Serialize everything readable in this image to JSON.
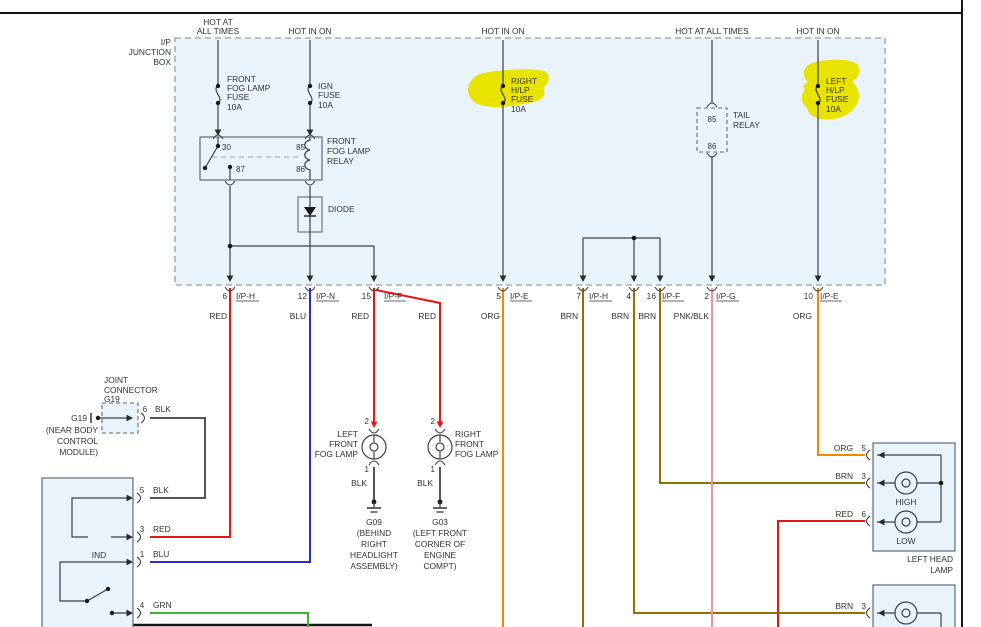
{
  "colors": {
    "red": "#e81313",
    "blue": "#2b2bd5",
    "orange": "#f28a00",
    "brown": "#8f7100",
    "pink": "#f591a2",
    "green": "#3db32d",
    "black_wire": "#555555",
    "line": "#3f3f3f",
    "highlight": "#e8e300",
    "box_fill": "#e9f3fb",
    "text": "#333333"
  },
  "feeds": {
    "f1_line1": "HOT AT",
    "f1_line2": "ALL TIMES",
    "f2": "HOT IN ON",
    "f3": "HOT IN ON",
    "f4": "HOT AT ALL TIMES",
    "f5": "HOT IN ON"
  },
  "junction_box": {
    "label_line1": "I/P",
    "label_line2": "JUNCTION",
    "label_line3": "BOX"
  },
  "fuses": {
    "front_fog": {
      "l1": "FRONT",
      "l2": "FOG LAMP",
      "l3": "FUSE",
      "l4": "10A"
    },
    "ign": {
      "l1": "IGN",
      "l2": "FUSE",
      "l3": "10A"
    },
    "right_hlp": {
      "l1": "RIGHT",
      "l2": "H/LP",
      "l3": "FUSE",
      "l4": "10A"
    },
    "left_hlp": {
      "l1": "LEFT",
      "l2": "H/LP",
      "l3": "FUSE",
      "l4": "10A"
    }
  },
  "relay": {
    "l1": "FRONT",
    "l2": "FOG LAMP",
    "l3": "RELAY",
    "pin30": "30",
    "pin85": "85",
    "pin87": "87",
    "pin86": "86"
  },
  "diode_label": "DIODE",
  "tail_relay": {
    "l1": "TAIL",
    "l2": "RELAY",
    "pin85": "85",
    "pin86": "86"
  },
  "connector_pins": {
    "p6": {
      "num": "6",
      "conn": "I/P-H",
      "color": "RED"
    },
    "p12": {
      "num": "12",
      "conn": "I/P-N",
      "color": "BLU"
    },
    "p15": {
      "num": "15",
      "conn": "I/P-F",
      "color": "RED"
    },
    "p15b": {
      "color": "RED"
    },
    "p5": {
      "num": "5",
      "conn": "I/P-E",
      "color": "ORG"
    },
    "p7": {
      "num": "7",
      "conn": "I/P-H",
      "color": "BRN"
    },
    "p4": {
      "num": "4",
      "color": "BRN"
    },
    "p16": {
      "num": "16",
      "conn": "I/P-F",
      "color": "BRN"
    },
    "p2": {
      "num": "2",
      "conn": "I/P-G",
      "color": "PNK/BLK"
    },
    "p10": {
      "num": "10",
      "conn": "I/P-E",
      "color": "ORG"
    }
  },
  "joint_connector": {
    "l1": "JOINT",
    "l2": "CONNECTOR",
    "l3": "G19",
    "side1": "G19",
    "side2": "(NEAR BODY",
    "side3": "CONTROL",
    "side4": "MODULE)",
    "pin6_num": "6",
    "pin6_color": "BLK"
  },
  "body_module": {
    "pin5_num": "5",
    "pin5_color": "BLK",
    "pin3_num": "3",
    "pin3_color": "RED",
    "pin1_num": "1",
    "pin1_color": "BLU",
    "pin4_num": "4",
    "pin4_color": "GRN",
    "ind": "IND"
  },
  "fog_left": {
    "l1": "LEFT",
    "l2": "FRONT",
    "l3": "FOG LAMP",
    "pin2": "2",
    "pin1": "1",
    "wire": "BLK",
    "g1": "G09",
    "g2": "(BEHIND",
    "g3": "RIGHT",
    "g4": "HEADLIGHT",
    "g5": "ASSEMBLY)"
  },
  "fog_right": {
    "l1": "RIGHT",
    "l2": "FRONT",
    "l3": "FOG LAMP",
    "pin2": "2",
    "pin1": "1",
    "wire": "BLK",
    "g1": "G03",
    "g2": "(LEFT FRONT",
    "g3": "CORNER OF",
    "g4": "ENGINE",
    "g5": "COMPT)"
  },
  "head_lamp_left": {
    "pin5_color": "ORG",
    "pin5_num": "5",
    "pin3_color": "BRN",
    "pin3_num": "3",
    "pin6_color": "RED",
    "pin6_num": "6",
    "high": "HIGH",
    "low": "LOW",
    "name1": "LEFT HEAD",
    "name2": "LAMP"
  },
  "head_lamp_right": {
    "pin3_color": "BRN",
    "pin3_num": "3"
  }
}
